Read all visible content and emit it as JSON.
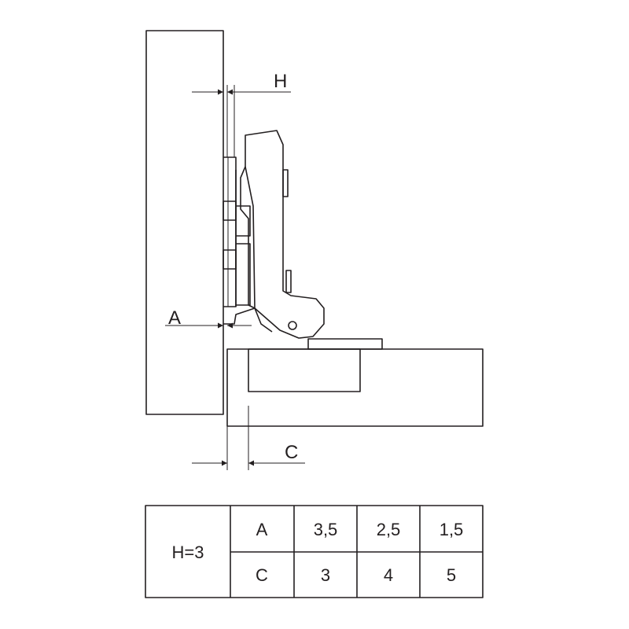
{
  "dimensions": {
    "h_label": "H",
    "a_label": "A",
    "c_label": "C"
  },
  "table": {
    "h_value": "H=3",
    "row_a": {
      "label": "A",
      "values": [
        "3,5",
        "2,5",
        "1,5"
      ]
    },
    "row_c": {
      "label": "C",
      "values": [
        "3",
        "4",
        "5"
      ]
    }
  },
  "colors": {
    "line": "#231f20",
    "background": "#ffffff"
  }
}
